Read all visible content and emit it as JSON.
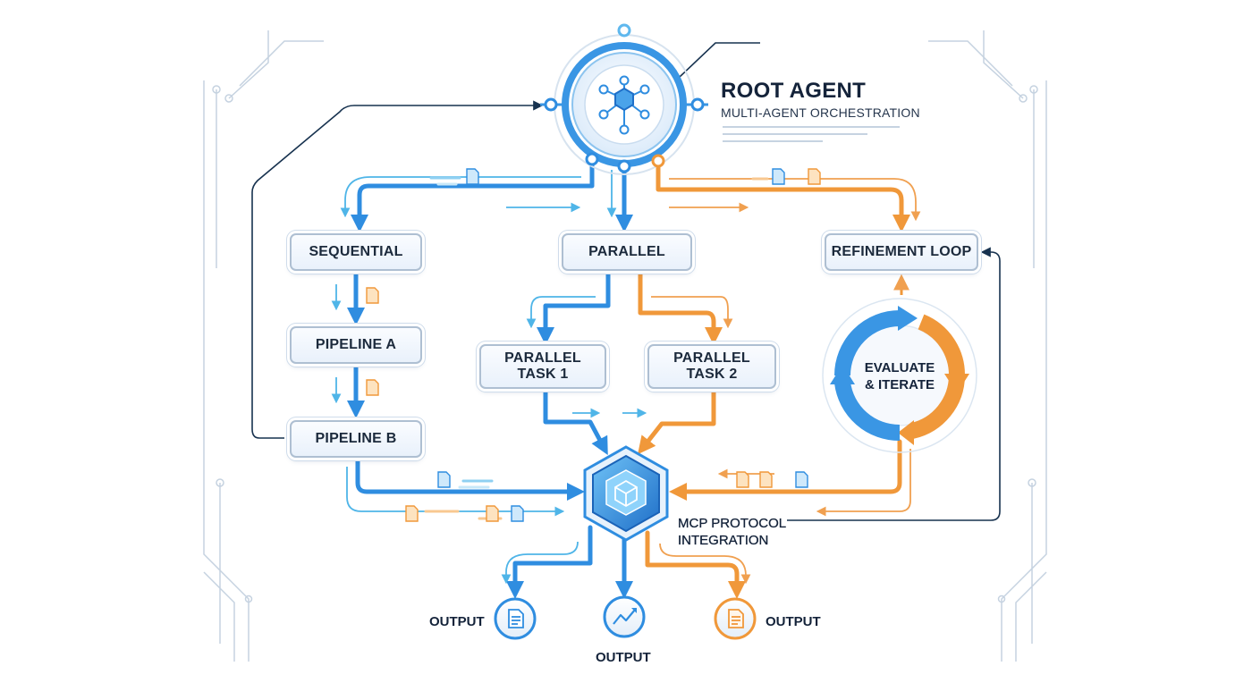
{
  "root": {
    "title": "ROOT AGENT",
    "subtitle": "MULTI-AGENT ORCHESTRATION"
  },
  "nodes": {
    "sequential": "SEQUENTIAL",
    "parallel": "PARALLEL",
    "refinement_loop": "REFINEMENT LOOP",
    "pipeline_a": "PIPELINE A",
    "pipeline_b": "PIPELINE B",
    "parallel_task_1_line1": "PARALLEL",
    "parallel_task_1_line2": "TASK 1",
    "parallel_task_2_line1": "PARALLEL",
    "parallel_task_2_line2": "TASK 2"
  },
  "cycle": {
    "line1": "EVALUATE",
    "line2": "& ITERATE"
  },
  "mcp": {
    "line1": "MCP PROTOCOL",
    "line2": "INTEGRATION"
  },
  "outputs": [
    {
      "label": "OUTPUT",
      "icon": "document-icon"
    },
    {
      "label": "OUTPUT",
      "icon": "chart-trend-icon"
    },
    {
      "label": "OUTPUT",
      "icon": "document-icon"
    }
  ],
  "colors": {
    "blue": "#2f8de0",
    "orange": "#f0983a",
    "text": "#14233a",
    "circuit": "#c5d2e0"
  }
}
